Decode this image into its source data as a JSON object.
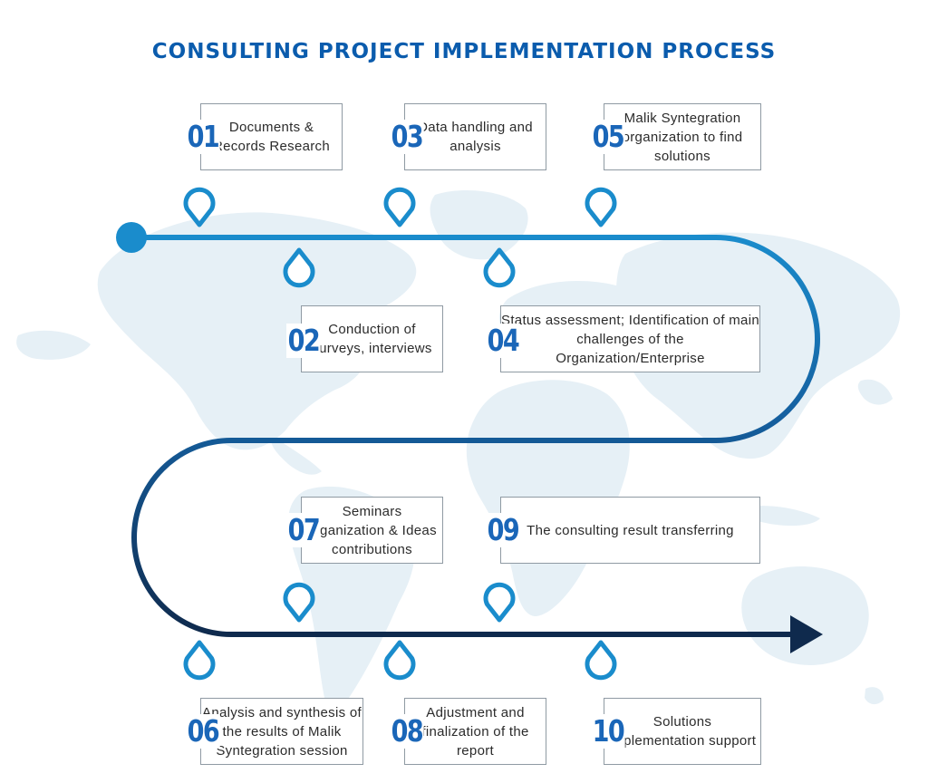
{
  "title": "CONSULTING PROJECT IMPLEMENTATION PROCESS",
  "colors": {
    "title": "#0b5cad",
    "number": "#1a66b8",
    "pin": "#1a8ccc",
    "path_start": "#1a8ccc",
    "path_end": "#0f2a4d",
    "map": "#e6f0f6",
    "box_border": "#8f9aa3"
  },
  "icons": {
    "pin": "location-pin-icon",
    "start": "start-dot",
    "end": "arrow-head"
  },
  "steps": [
    {
      "num": "01",
      "label": "Documents & Records Research"
    },
    {
      "num": "02",
      "label": "Conduction of surveys, interviews"
    },
    {
      "num": "03",
      "label": "Data handling and analysis"
    },
    {
      "num": "04",
      "label": "Status assessment; Identification of main challenges of the Organization/Enterprise"
    },
    {
      "num": "05",
      "label": "Malik Syntegration organization to find solutions"
    },
    {
      "num": "06",
      "label": "Analysis and synthesis of the results of Malik Syntegration session"
    },
    {
      "num": "07",
      "label": "Seminars organization & Ideas contributions"
    },
    {
      "num": "08",
      "label": "Adjustment and finalization of the report"
    },
    {
      "num": "09",
      "label": "The consulting result transferring"
    },
    {
      "num": "10",
      "label": "Solutions implementation support"
    }
  ]
}
